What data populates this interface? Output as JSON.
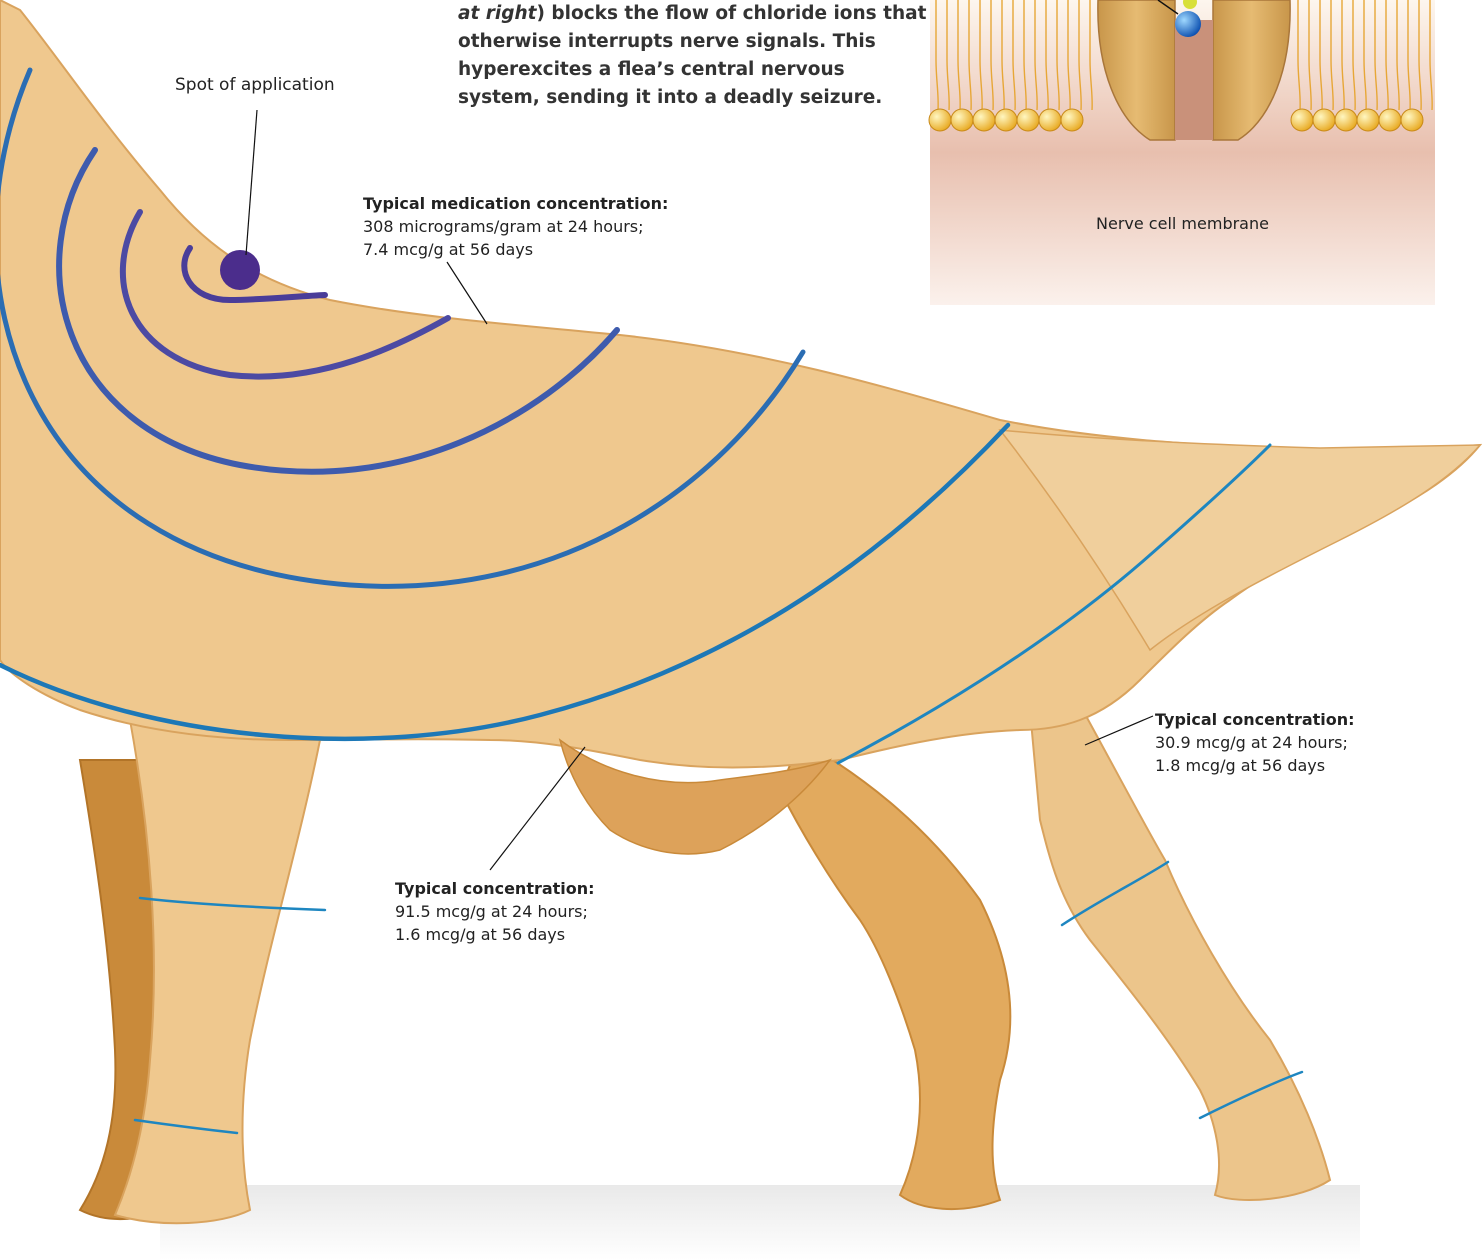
{
  "intro": {
    "italic_text": "at right",
    "text_after_italic": ") blocks the flow of chloride ions that otherwise interrupts nerve signals. This hyperexcites a flea’s central nervous system, sending it into a deadly seizure."
  },
  "labels": {
    "spot_of_application": "Spot of application",
    "nerve_cell_membrane": "Nerve cell membrane"
  },
  "callouts": {
    "medication": {
      "title": "Typical medication concentration:",
      "line1": "308 micrograms/gram at 24 hours;",
      "line2": "7.4 mcg/g at 56 days"
    },
    "belly": {
      "title": "Typical concentration:",
      "line1": "91.5 mcg/g at 24 hours;",
      "line2": "1.6 mcg/g at 56 days"
    },
    "hind": {
      "title": "Typical concentration:",
      "line1": "30.9 mcg/g at 24 hours;",
      "line2": "1.8 mcg/g at 56 days"
    }
  },
  "colors": {
    "fur": "#efc88e",
    "fur_dark": "#c98a3a",
    "spot": "#4b2d8c",
    "ring_inner": "#4a3d99",
    "ring_outer": "#1d78b7",
    "membrane_head": "#f6c441",
    "channel": "#e0b062"
  }
}
